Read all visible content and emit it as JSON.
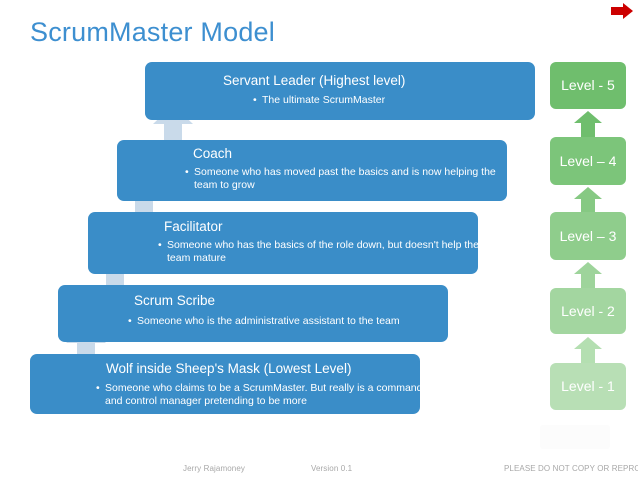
{
  "slide": {
    "title": "ScrumMaster Model",
    "title_color": "#3d8fd0",
    "background": "#ffffff",
    "marker_icon": "red-right-arrow-icon",
    "marker_color": "#cc0000"
  },
  "stages": [
    {
      "id": 5,
      "title": "Servant Leader (Highest level)",
      "bullet": "The ultimate ScrumMaster",
      "color": "#3a8dc8"
    },
    {
      "id": 4,
      "title": "Coach",
      "bullet": "Someone who has moved past the basics and is now helping the team to grow",
      "color": "#3a8dc8"
    },
    {
      "id": 3,
      "title": "Facilitator",
      "bullet": "Someone who has the basics of the role down, but doesn't help the team mature",
      "color": "#3a8dc8"
    },
    {
      "id": 2,
      "title": "Scrum Scribe",
      "bullet": "Someone who is the administrative assistant to the team",
      "color": "#3a8dc8"
    },
    {
      "id": 1,
      "title": "Wolf inside Sheep's Mask (Lowest Level)",
      "bullet": "Someone who claims to be a ScrumMaster. But really is a command and control manager pretending to be more",
      "color": "#3a8dc8"
    }
  ],
  "levels": [
    {
      "label": "Level - 5",
      "color": "#6fbe6d"
    },
    {
      "label": "Level – 4",
      "color": "#7cc57a"
    },
    {
      "label": "Level – 3",
      "color": "#8fcd8c"
    },
    {
      "label": "Level - 2",
      "color": "#a3d6a0"
    },
    {
      "label": "Level - 1",
      "color": "#b8dfb5"
    }
  ],
  "step_arrow_color": "#c9daea",
  "footer": {
    "author": "Jerry Rajamoney",
    "version": "Version 0.1",
    "copyright": "PLEASE DO NOT COPY OR REPRODUC"
  }
}
